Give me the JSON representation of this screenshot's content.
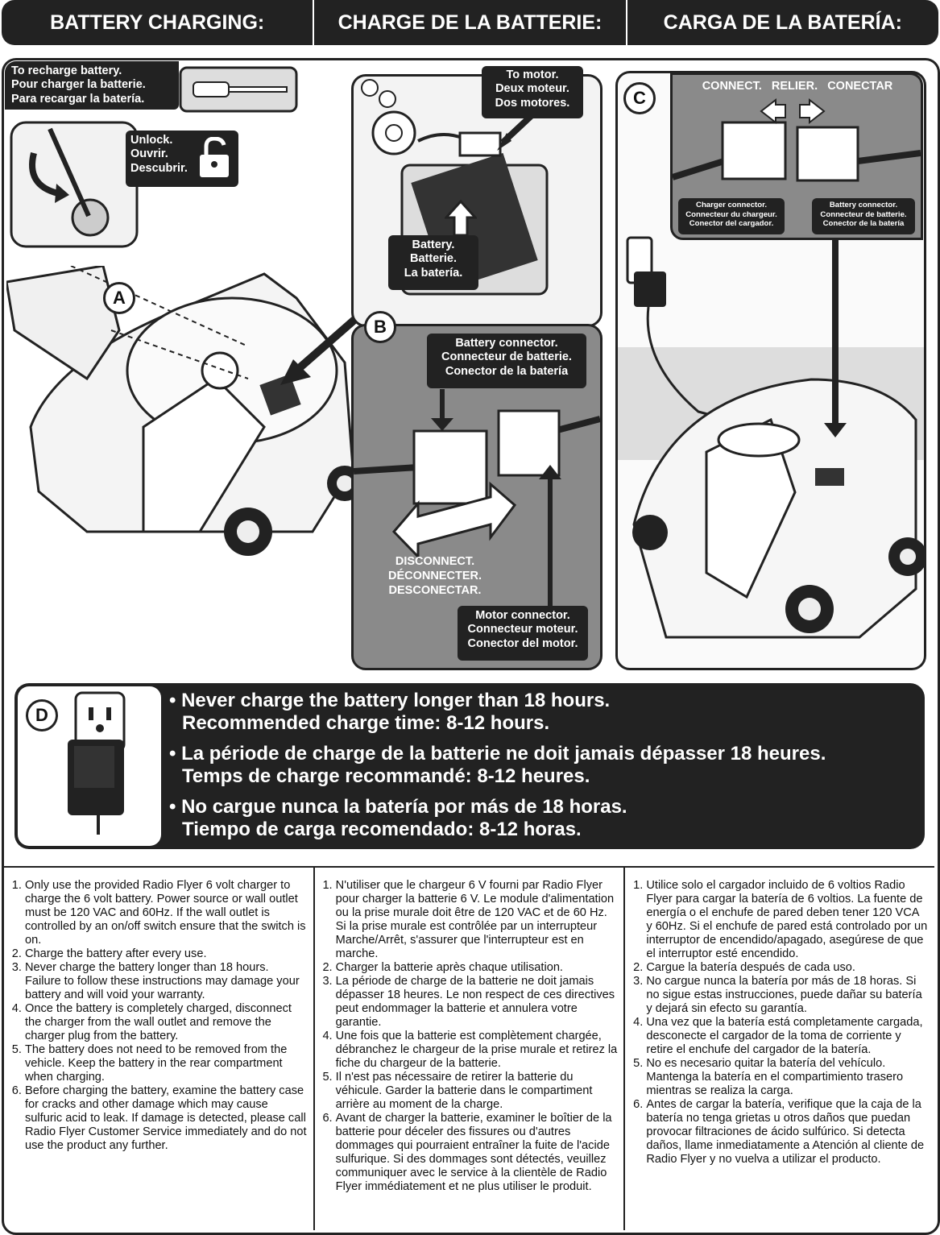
{
  "header": {
    "en": "BATTERY CHARGING:",
    "fr": "CHARGE DE LA BATTERIE:",
    "es": "CARGA DE LA BATERÍA:"
  },
  "recharge_label": [
    "To recharge battery.",
    "Pour charger la batterie.",
    "Para recargar la batería."
  ],
  "unlock_label": [
    "Unlock.",
    "Ouvrir.",
    "Descubrir."
  ],
  "motor_label": [
    "To motor.",
    "Deux moteur.",
    "Dos motores."
  ],
  "battery_label": [
    "Battery.",
    "Batterie.",
    "La batería."
  ],
  "battery_connector_label": [
    "Battery connector.",
    "Connecteur de batterie.",
    "Conector de la batería"
  ],
  "disconnect_label": [
    "DISCONNECT.",
    "DÉCONNECTER.",
    "DESCONECTAR."
  ],
  "motor_connector_label": [
    "Motor connector.",
    "Connecteur moteur.",
    "Conector del motor."
  ],
  "connect_label": "CONNECT.   RELIER.   CONECTAR",
  "charger_connector_label": [
    "Charger connector.",
    "Connecteur du chargeur.",
    "Conector del cargador."
  ],
  "battery_connector_small_label": [
    "Battery connector.",
    "Connecteur de batterie.",
    "Conector de la batería"
  ],
  "badges": {
    "a": "A",
    "b": "B",
    "c": "C",
    "d": "D"
  },
  "warnings": [
    {
      "line1": "• Never charge the battery longer than 18 hours.",
      "line2": "Recommended charge time: 8-12 hours."
    },
    {
      "line1": "• La période de charge de la batterie ne doit jamais dépasser 18 heures.",
      "line2": "Temps de charge recommandé: 8-12 heures."
    },
    {
      "line1": "• No cargue nunca la batería por más de 18 horas.",
      "line2": "Tiempo de carga recomendado: 8-12 horas."
    }
  ],
  "instructions": {
    "en": [
      "Only use the provided Radio Flyer 6 volt charger to charge the 6 volt battery. Power source or wall outlet must be 120 VAC and 60Hz. If the wall outlet is controlled by an on/off switch ensure that the switch is on.",
      "Charge the battery after every use.",
      "Never charge the battery longer than 18 hours. Failure to follow these instructions may damage your battery and will void your warranty.",
      "Once the battery is completely charged, disconnect the charger from the wall outlet and remove the charger plug from the battery.",
      "The battery does not need to be removed from the vehicle. Keep the battery in the rear compartment when charging.",
      "Before charging the battery, examine the battery case for cracks and other damage which may cause sulfuric acid to leak. If damage is detected, please call Radio Flyer Customer Service immediately and do not use the product any further."
    ],
    "fr": [
      "N'utiliser que le chargeur 6 V fourni par Radio Flyer pour charger la batterie 6 V. Le module d'alimentation ou la prise murale doit être de 120 VAC et de 60 Hz. Si la prise murale est contrôlée par un interrupteur Marche/Arrêt, s'assurer que l'interrupteur est en marche.",
      "Charger la batterie après chaque utilisation.",
      "La période de charge de la batterie ne doit jamais dépasser 18 heures. Le non respect de ces directives peut endommager la batterie et annulera votre garantie.",
      "Une fois que la batterie est complètement chargée, débranchez le chargeur de la prise murale et retirez la fiche du chargeur de la batterie.",
      "Il n'est pas nécessaire de retirer la batterie du véhicule. Garder la batterie dans le compartiment arrière au moment de la charge.",
      "Avant de charger la batterie, examiner le boîtier de la batterie pour déceler des fissures ou d'autres dommages qui pourraient entraîner la fuite de l'acide sulfurique. Si des dommages sont détectés, veuillez communiquer avec le service à la clientèle de Radio Flyer immédiatement et ne plus utiliser le produit."
    ],
    "es": [
      "Utilice solo el cargador incluido de 6 voltios Radio Flyer para cargar la batería de 6 voltios. La fuente de energía o el enchufe de pared deben tener 120 VCA y 60Hz. Si el enchufe de pared está controlado por un interruptor de encendido/apagado, asegúrese de que el interruptor esté encendido.",
      "Cargue la batería después de cada uso.",
      "No cargue nunca la batería por más de 18 horas. Si no sigue estas instrucciones, puede dañar su batería y dejará sin efecto su garantía.",
      "Una vez que la batería está completamente cargada, desconecte el cargador de la toma de corriente y retire el enchufe del cargador de la batería.",
      "No es necesario quitar la batería del vehículo. Mantenga la batería en el compartimiento trasero mientras se realiza la carga.",
      "Antes de cargar la batería, verifique que la caja de la batería no tenga grietas u otros daños que puedan provocar filtraciones de ácido sulfúrico. Si detecta daños, llame inmediatamente a Atención al cliente de Radio Flyer y no vuelva a utilizar el producto."
    ]
  }
}
